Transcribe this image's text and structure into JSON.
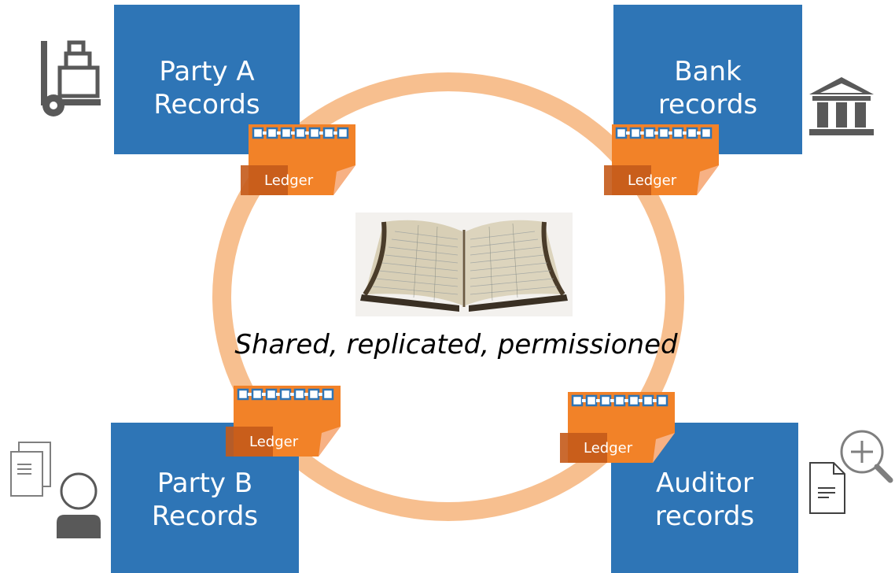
{
  "colors": {
    "box_fill": "#2e75b6",
    "ring": "#f7bf8f",
    "ledger_main": "#f28228",
    "ledger_fold": "#c45a19",
    "icon": "#595959"
  },
  "nodes": {
    "party_a": {
      "line1": "Party A",
      "line2": "Records",
      "icon": "cart-icon"
    },
    "bank": {
      "line1": "Bank",
      "line2": "records",
      "icon": "bank-icon"
    },
    "party_b": {
      "line1": "Party B",
      "line2": "Records",
      "icon": "person-documents-icon"
    },
    "auditor": {
      "line1": "Auditor",
      "line2": "records",
      "icon": "document-search-icon"
    }
  },
  "ledger_label": "Ledger",
  "center": {
    "image": "ledger-book-image",
    "caption": "Shared, replicated, permissioned"
  }
}
